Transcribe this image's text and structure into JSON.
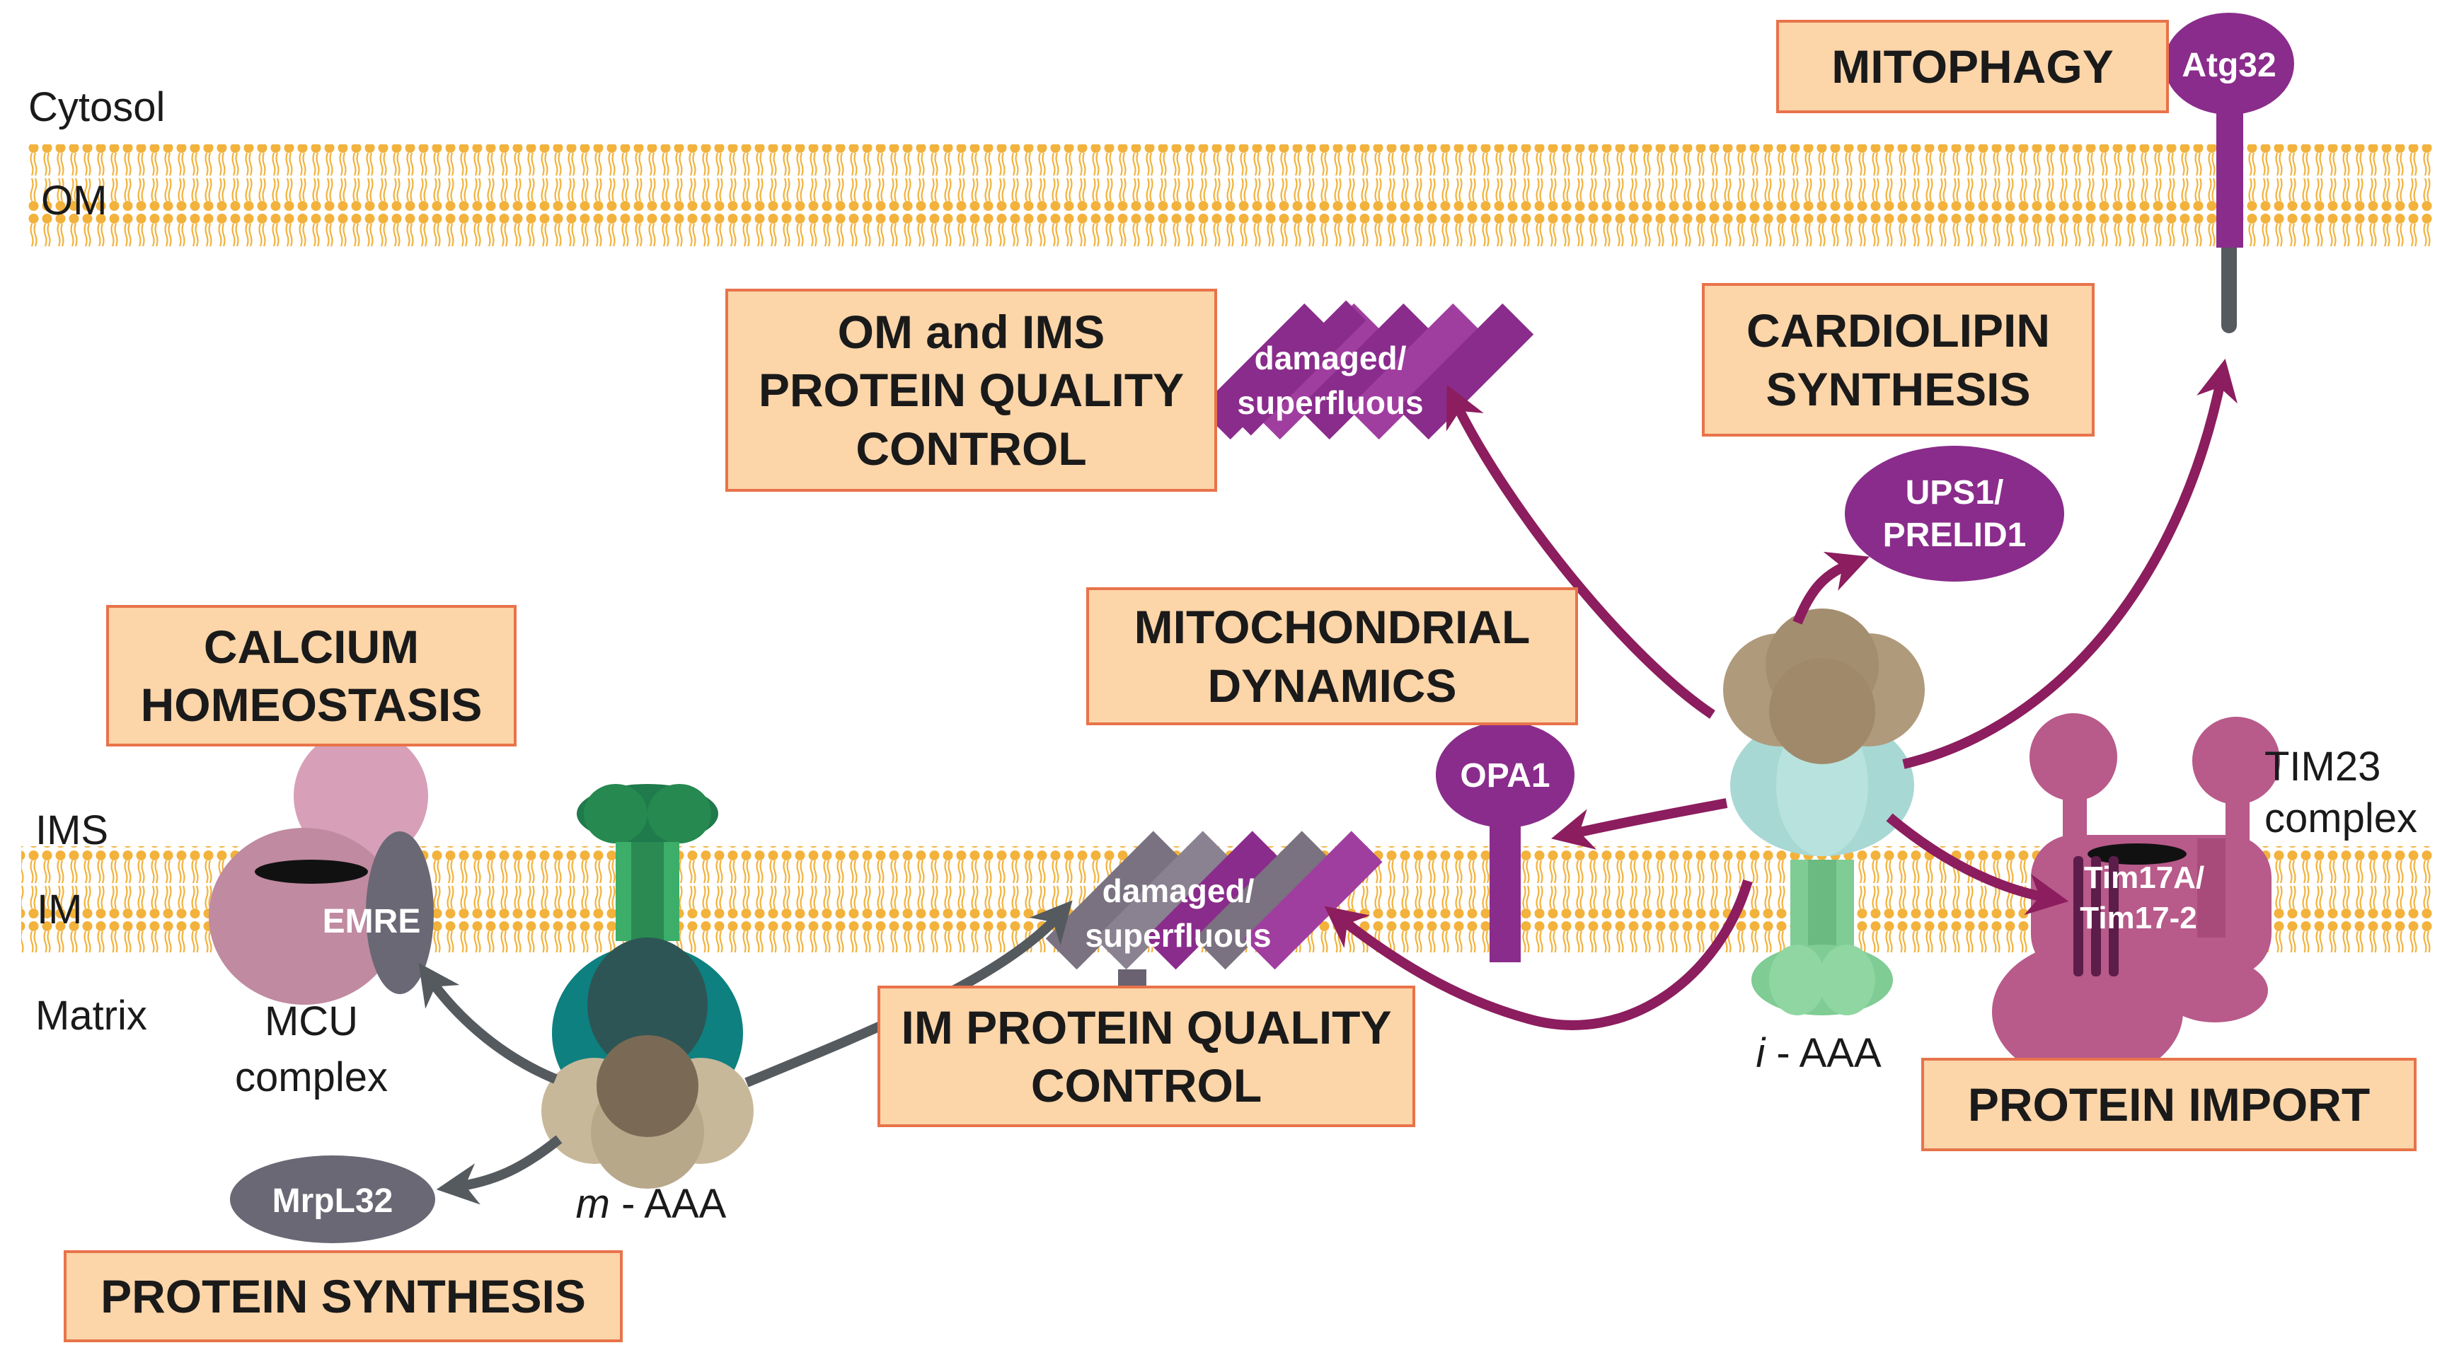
{
  "regions": {
    "cytosol": "Cytosol",
    "om": "OM",
    "ims": "IMS",
    "im": "IM",
    "matrix": "Matrix"
  },
  "boxes": {
    "mitophagy": "MITOPHAGY",
    "om_ims_qc": "OM and IMS\nPROTEIN QUALITY\nCONTROL",
    "cardiolipin": "CARDIOLIPIN\nSYNTHESIS",
    "mito_dynamics": "MITOCHONDRIAL\nDYNAMICS",
    "calcium": "CALCIUM\nHOMEOSTASIS",
    "im_qc": "IM PROTEIN QUALITY\nCONTROL",
    "protein_import": "PROTEIN IMPORT",
    "protein_synthesis": "PROTEIN SYNTHESIS"
  },
  "proteins": {
    "atg32": "Atg32",
    "ups1_line1": "UPS1/",
    "ups1_line2": "PRELID1",
    "opa1": "OPA1",
    "emre": "EMRE",
    "mrpl32": "MrpL32",
    "tim17_line1": "Tim17A/",
    "tim17_line2": "Tim17-2",
    "damaged_line1": "damaged/",
    "damaged_line2": "superfluous"
  },
  "complexes": {
    "mcu_line1": "MCU",
    "mcu_line2": "complex",
    "tim23_line1": "TIM23",
    "tim23_line2": "complex",
    "m_aaa_prefix": "m",
    "m_aaa_suffix": " - AAA",
    "i_aaa_prefix": "i",
    "i_aaa_suffix": " - AAA"
  },
  "colors": {
    "membrane_lipid": "#f2b23c",
    "arrow_purple": "#8c1d5e",
    "arrow_gray": "#555a5f",
    "protein_purple": "#8a2c8c",
    "box_fill": "#fcd5a8",
    "box_border": "#e8734a"
  }
}
